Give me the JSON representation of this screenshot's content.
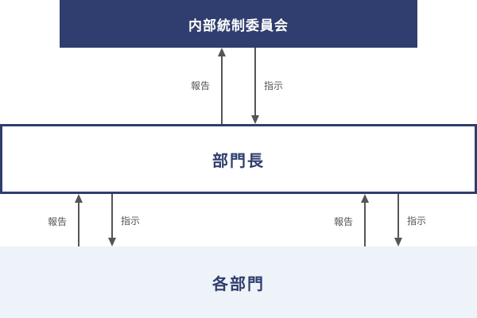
{
  "diagram": {
    "top_box": "内部統制委員会",
    "middle_box": "部門長",
    "bottom_box": "各部門",
    "report_label": "報告",
    "instruct_label": "指示"
  },
  "colors": {
    "navy": "#2f3e6e",
    "bottom_fill": "#eef2f9",
    "arrow": "#555555"
  }
}
